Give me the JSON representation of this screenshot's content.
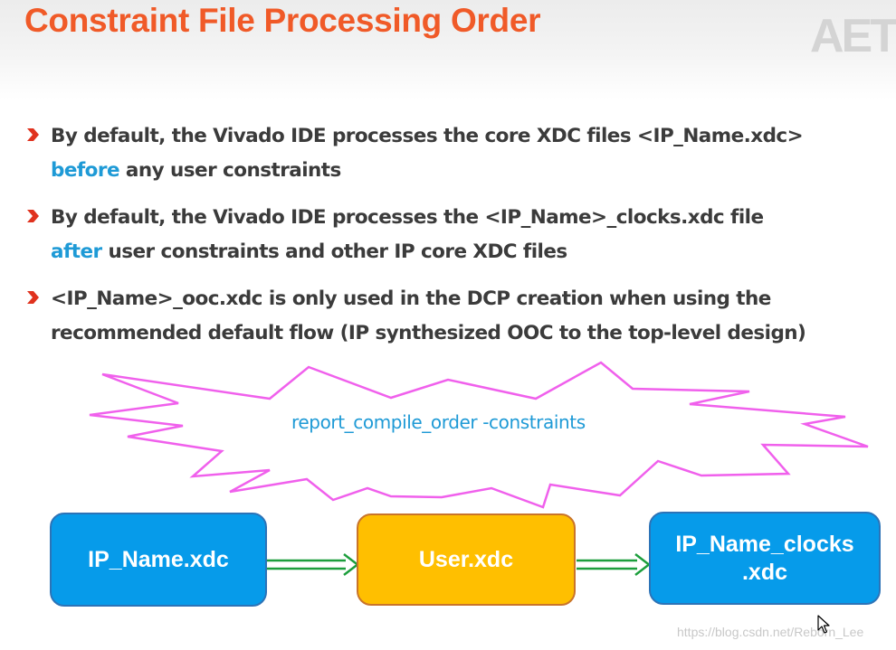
{
  "slide": {
    "title": "Constraint File Processing Order",
    "logo_text": "AET",
    "watermark": "https://blog.csdn.net/Reborn_Lee"
  },
  "bullets": [
    {
      "lines": [
        [
          {
            "text": "By default, the Vivado IDE processes the core XDC files <IP_Name.xdc>",
            "hl": false
          }
        ],
        [
          {
            "text": "before",
            "hl": true
          },
          {
            "text": " any user constraints",
            "hl": false
          }
        ]
      ]
    },
    {
      "lines": [
        [
          {
            "text": "By default, the Vivado IDE processes the <IP_Name>_clocks.xdc file",
            "hl": false
          }
        ],
        [
          {
            "text": "after",
            "hl": true
          },
          {
            "text": " user constraints and other IP core XDC files",
            "hl": false
          }
        ]
      ]
    },
    {
      "lines": [
        [
          {
            "text": "<IP_Name>_ooc.xdc is only used in the DCP creation when using the",
            "hl": false
          }
        ],
        [
          {
            "text": "recommended default flow (IP synthesized OOC to the top-level design)",
            "hl": false
          }
        ]
      ]
    }
  ],
  "burst": {
    "label": "report_compile_order -constraints"
  },
  "flow": {
    "boxes": [
      {
        "lines": [
          "IP_Name.xdc"
        ]
      },
      {
        "lines": [
          "User.xdc"
        ]
      },
      {
        "lines": [
          "IP_Name_clocks",
          ".xdc"
        ]
      }
    ]
  },
  "colors": {
    "title": "#f05a28",
    "bullet_chevron": "#e0321e",
    "highlight": "#1e9ad6",
    "box_blue": "#069bea",
    "box_orange": "#ffbf00",
    "burst_outline": "#f060ec",
    "arrow": "#1c9e3c"
  },
  "icons": {
    "bullet": "chevron-right-icon",
    "cursor": "mouse-pointer-icon"
  }
}
